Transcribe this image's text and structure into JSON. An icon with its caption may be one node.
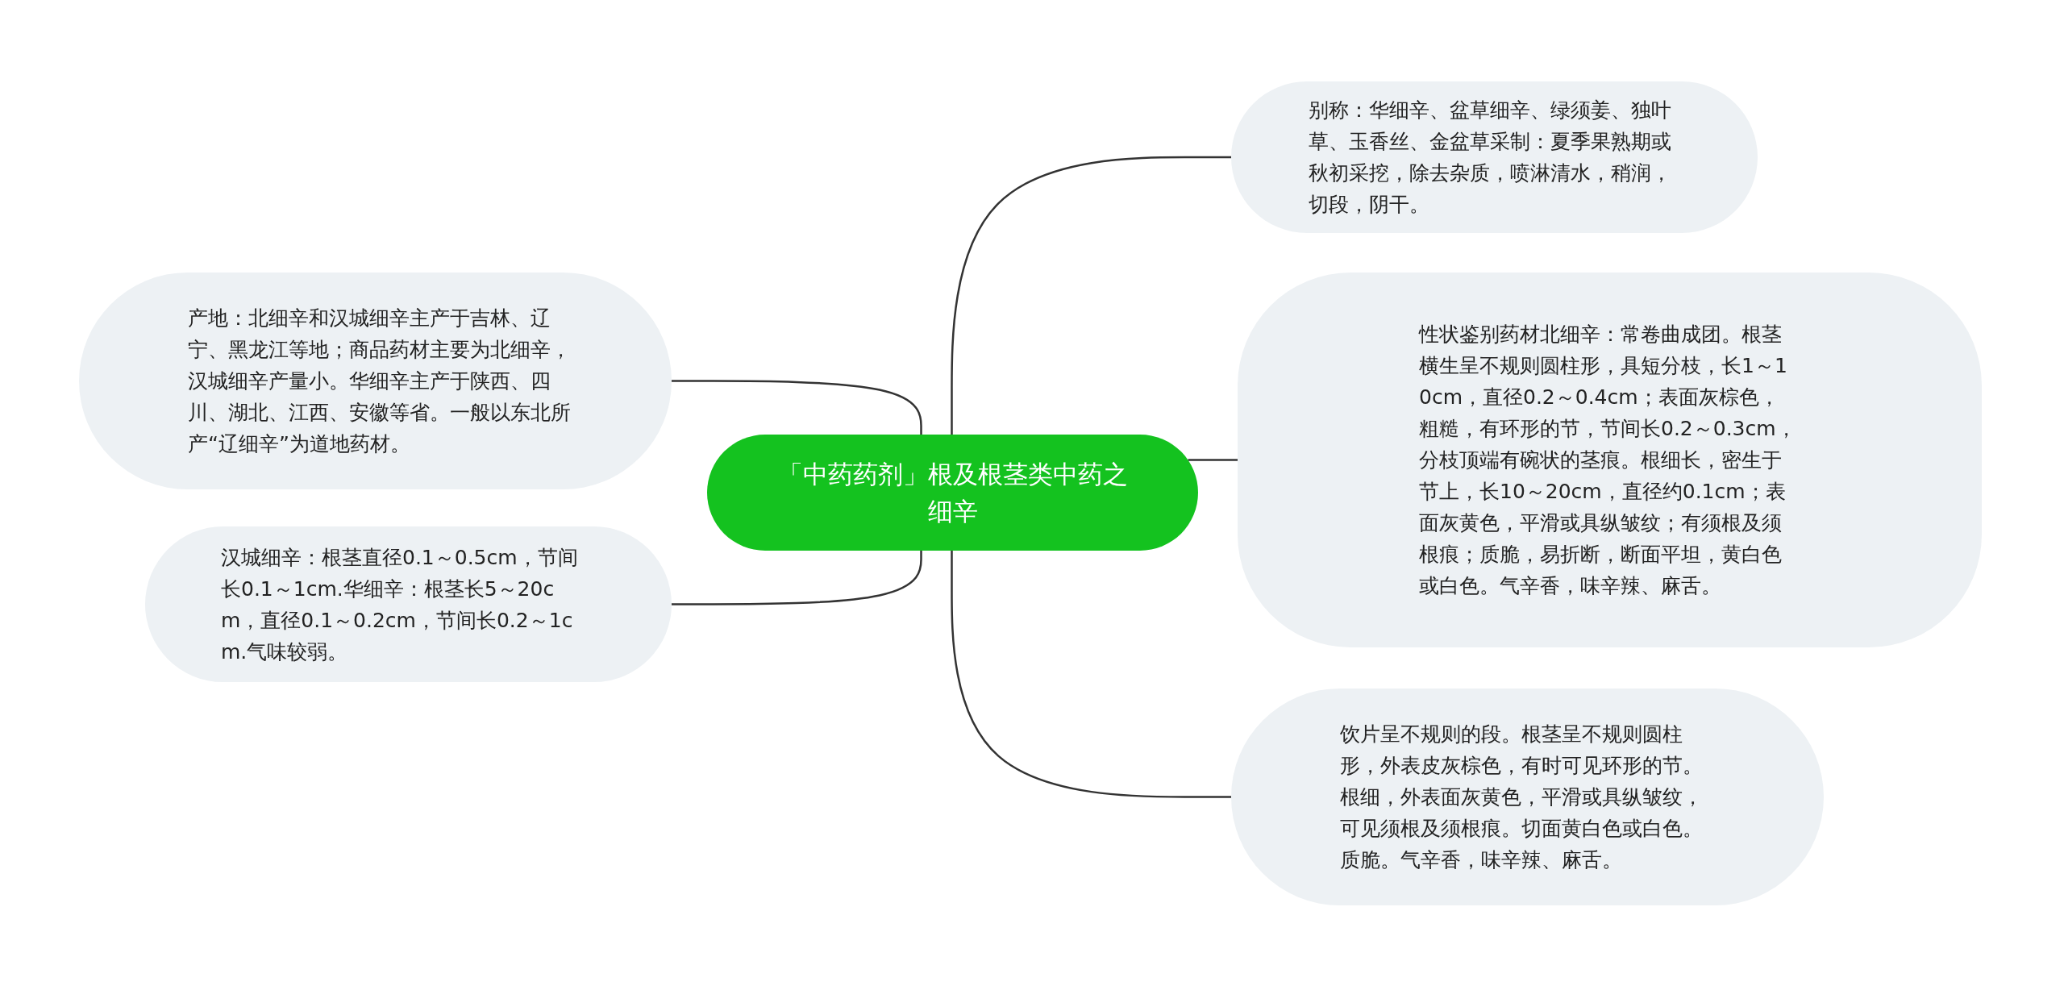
{
  "diagram": {
    "nodes": [
      {
        "text": [
          "「中药药剂」根及根茎类中药之细辛"
        ]
      },
      {
        "text": [
          "别称：华细辛、盆草细辛、绿须姜、独叶草、玉香丝、金盆草采制：夏季果熟期或秋初采挖，除去杂质，喷淋清水，稍润，切段，阴干。"
        ]
      },
      {
        "text": [
          "性状鉴别药材北细辛：常卷曲成团。根茎横生呈不规则圆柱形，具短分枝，长1～10cm，直径0.2～0.4cm；表面灰棕色，粗糙，有环形的节，节间长0.2～0.3cm，分枝顶端有碗状的茎痕。根细长，密生于节上，长10～20cm，直径约0.1cm；表面灰黄色，平滑或具纵皱纹；有须根及须根痕；质脆，易折断，断面平坦，黄白色或白色。气辛香，味辛辣、麻舌。"
        ]
      },
      {
        "text": [
          "饮片呈不规则的段。根茎呈不规则圆柱形，外表皮灰棕色，有时可见环形的节。根细，外表面灰黄色，平滑或具纵皱纹，可见须根及须根痕。切面黄白色或白色。质脆。气辛香，味辛辣、麻舌。"
        ]
      },
      {
        "text": [
          "产地：北细辛和汉城细辛主产于吉林、辽宁、黑龙江等地；商品药材主要为北细辛，汉城细辛产量小。华细辛主产于陕西、四川、湖北、江西、安徽等省。一般以东北所产“辽细辛”为道地药材。"
        ]
      },
      {
        "text": [
          "汉城细辛：根茎直径0.1～0.5cm，节间长0.1～1cm.华细辛：根茎长5～20cm，直径0.1～0.2cm，节间长0.2～1cm.气味较弱。"
        ]
      }
    ],
    "edges": [
      {
        "from": 0,
        "to": 1,
        "arrow": "none"
      },
      {
        "from": 0,
        "to": 2,
        "arrow": "none"
      },
      {
        "from": 0,
        "to": 3,
        "arrow": "none"
      },
      {
        "from": 0,
        "to": 4,
        "arrow": "none"
      },
      {
        "from": 0,
        "to": 5,
        "arrow": "none"
      }
    ]
  }
}
